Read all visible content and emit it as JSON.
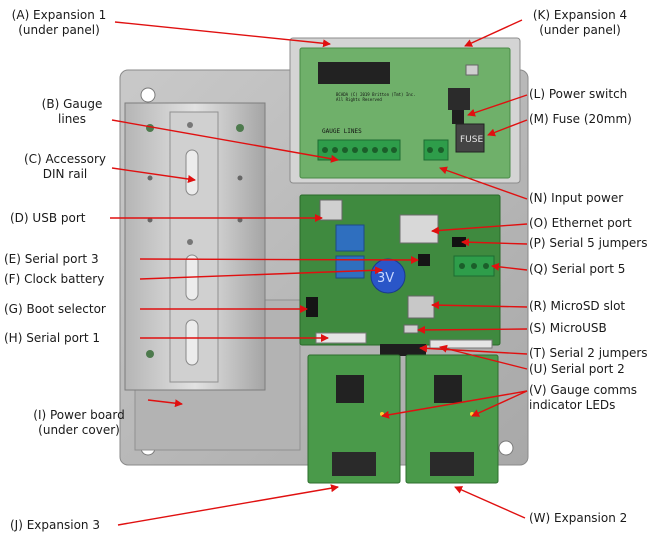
{
  "labels": {
    "A": [
      "(A) Expansion 1",
      "(under panel)"
    ],
    "B": [
      "(B) Gauge",
      "lines"
    ],
    "C": [
      "(C) Accessory",
      "DIN rail"
    ],
    "D": [
      "(D) USB port"
    ],
    "E": [
      "(E) Serial port 3"
    ],
    "F": [
      "(F) Clock battery"
    ],
    "G": [
      "(G) Boot selector"
    ],
    "H": [
      "(H) Serial port 1"
    ],
    "I": [
      "(I) Power board",
      "(under cover)"
    ],
    "J": [
      "(J) Expansion 3"
    ],
    "K": [
      "(K) Expansion 4",
      "(under panel)"
    ],
    "L": [
      "(L) Power switch"
    ],
    "M": [
      "(M) Fuse (20mm)"
    ],
    "N": [
      "(N) Input power"
    ],
    "O": [
      "(O) Ethernet port"
    ],
    "P": [
      "(P) Serial 5 jumpers"
    ],
    "Q": [
      "(Q) Serial port 5"
    ],
    "R": [
      "(R) MicroSD slot"
    ],
    "S": [
      "(S) MicroUSB"
    ],
    "T": [
      "(T) Serial 2 jumpers"
    ],
    "U": [
      "(U) Serial port 2"
    ],
    "V": [
      "(V) Gauge comms",
      "indicator LEDs"
    ],
    "W": [
      "(W) Expansion 2"
    ]
  },
  "board_text": {
    "gauge_lines_header": "GAUGE LINES",
    "fuse_text": "FUSE",
    "battery_text": "3V",
    "copyright": "BCADA (C) 2019 Britton (Tmt) Inc.",
    "rights": "All Rights Reserved"
  },
  "colors": {
    "arrow": "#e01010",
    "pcb": "#3f8a3f",
    "pcb_light": "#6fb06a",
    "plate": "#bdbdbd",
    "terminal": "#2e9d4a"
  }
}
